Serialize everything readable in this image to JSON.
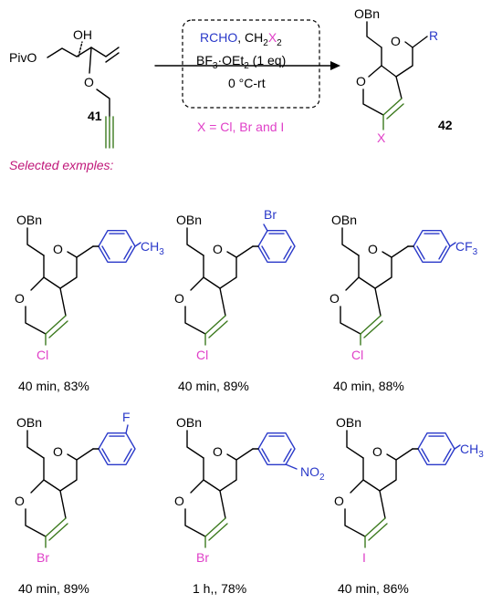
{
  "reaction": {
    "start_label": "41",
    "product_label": "42",
    "conditions": {
      "reagent_a": "RCHO",
      "reagent_b": "CH",
      "reagent_b_sub": "2",
      "reagent_b_x": "X",
      "reagent_b_sub2": "2",
      "lewis": "BF",
      "lewis_sub": "3",
      "lewis_rest": "·OEt",
      "lewis_sub2": "2",
      "lewis_eq": " (1 eq)",
      "temp": "0 °C-rt",
      "x_note": "X = Cl, Br and I"
    },
    "start_atoms": {
      "oh": "OH",
      "piv": "PivO",
      "o": "O"
    },
    "product_atoms": {
      "obn": "OBn",
      "o_ring": "O",
      "o_bottom": "O",
      "r": "R",
      "x": "X"
    }
  },
  "selected_label": "Selected exmples:",
  "examples": [
    {
      "obn": "OBn",
      "o1": "O",
      "o2": "O",
      "halogen": "Cl",
      "substituent": "CH",
      "sub_sub": "3",
      "caption": "40 min, 83%"
    },
    {
      "obn": "OBn",
      "o1": "O",
      "o2": "O",
      "halogen": "Cl",
      "substituent": "Br",
      "caption": "40 min, 89%"
    },
    {
      "obn": "OBn",
      "o1": "O",
      "o2": "O",
      "halogen": "Cl",
      "substituent": "CF",
      "sub_sub": "3",
      "caption": "40 min, 88%"
    },
    {
      "obn": "OBn",
      "o1": "O",
      "o2": "O",
      "halogen": "Br",
      "substituent": "F",
      "caption": "40 min, 89%"
    },
    {
      "obn": "OBn",
      "o1": "O",
      "o2": "O",
      "halogen": "Br",
      "substituent": "NO",
      "sub_sub": "2",
      "caption": "1 h,, 78%"
    },
    {
      "obn": "OBn",
      "o1": "O",
      "o2": "O",
      "halogen": "I",
      "substituent": "CH",
      "sub_sub": "3",
      "caption": "40 min, 86%"
    }
  ],
  "colors": {
    "aryl": "#2a39c9",
    "halogen": "#e040c8",
    "alkene": "#3c7a1e",
    "selected": "#c0187a"
  }
}
